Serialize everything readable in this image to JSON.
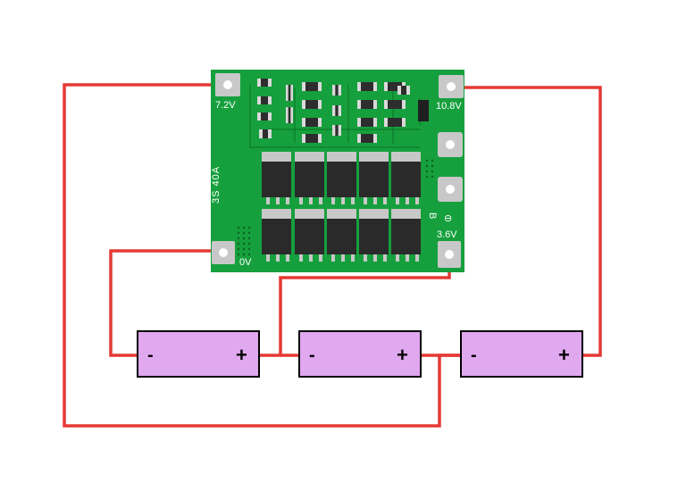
{
  "board": {
    "model_label": "3S 40A",
    "terminals": {
      "b1": "7.2V",
      "b3": "10.8V",
      "b0": "0V",
      "b2": "3.6V"
    },
    "side_marks": [
      "B",
      "⊖"
    ]
  },
  "batteries": [
    {
      "neg": "-",
      "pos": "+"
    },
    {
      "neg": "-",
      "pos": "+"
    },
    {
      "neg": "-",
      "pos": "+"
    }
  ],
  "colors": {
    "wire": "#e53935",
    "pcb": "#16a03d",
    "pcb_dark": "#0d7a2b",
    "battery": "#e0a8ee",
    "pad": "#c8c8c8",
    "mosfet": "#2a2a2a"
  }
}
